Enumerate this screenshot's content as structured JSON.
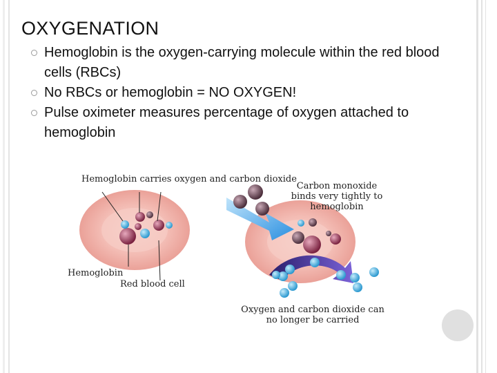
{
  "title": "OXYGENATION",
  "bullets": [
    {
      "icon": "hollow-circle-bullet-icon",
      "text": "Hemoglobin is the oxygen-carrying molecule within the red blood cells (RBCs)"
    },
    {
      "icon": "hollow-circle-bullet-icon",
      "text": "No RBCs or hemoglobin = NO OXYGEN!"
    },
    {
      "icon": "hollow-circle-bullet-icon",
      "text": "Pulse oximeter measures percentage of oxygen attached to hemoglobin"
    }
  ],
  "figure": {
    "left_caption": "Hemoglobin carries oxygen and carbon dioxide",
    "hemoglobin_label": "Hemoglobin",
    "rbc_label": "Red blood cell",
    "right_caption": "Carbon monoxide binds very tightly to hemoglobin",
    "bottom_caption": "Oxygen and carbon dioxide can no longer be carried"
  },
  "colors": {
    "rbc_fill": "#f2b5ae",
    "rbc_center": "#f6cdc6",
    "hemoglobin": "#8c2d4a",
    "carbon_monoxide": "#5a3a48",
    "oxygen": "#4fb3e0",
    "arrow": "#3aa0e8",
    "curved_arrow": "#5a3fb8"
  }
}
